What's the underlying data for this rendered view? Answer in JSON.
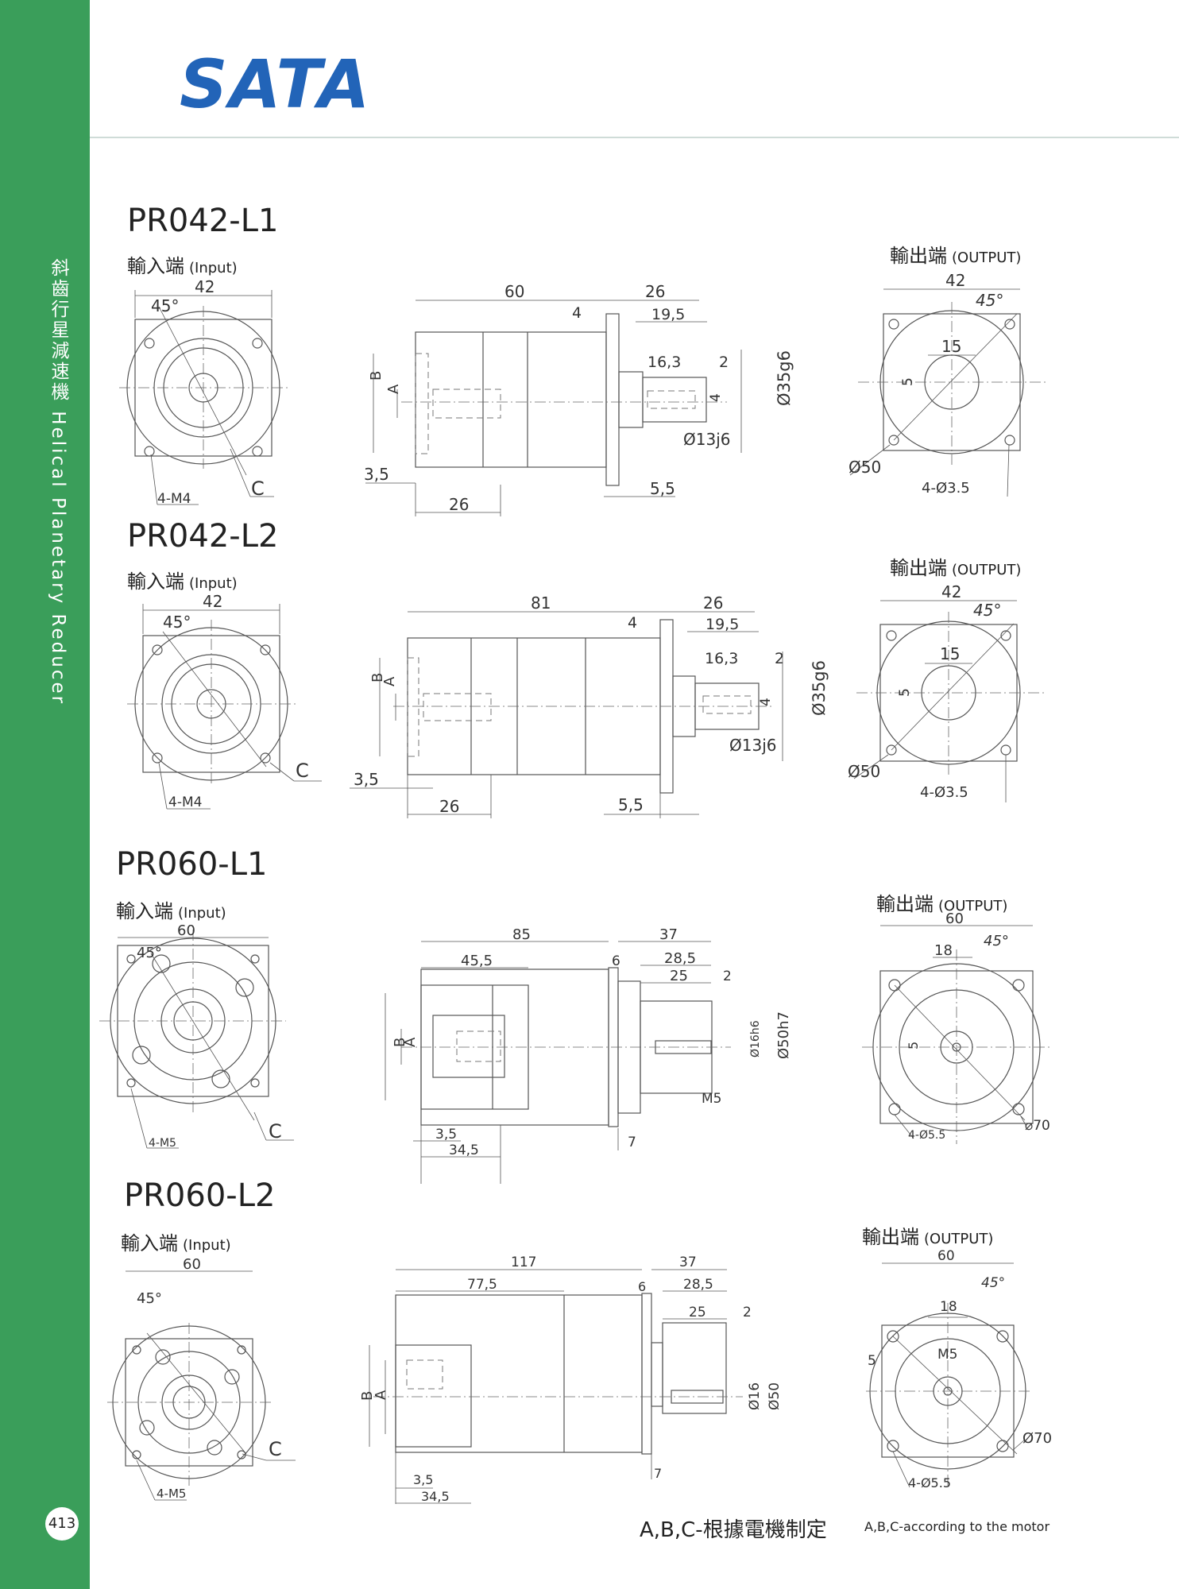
{
  "brand": {
    "name": "SATA",
    "color": "#2264b8"
  },
  "sidebar": {
    "vertical_text": "斜齒行星減速機 Helical Planetary Reducer",
    "page_number": "413",
    "color": "#3a9e5a"
  },
  "sections": [
    {
      "model": "PR042-L1",
      "input_label": "輸入端",
      "input_sub": "(Input)",
      "output_label": "輸出端",
      "output_sub": "(OUTPUT)",
      "front": {
        "width": "42",
        "angle": "45°",
        "holes": "4-M4",
        "c": "C"
      },
      "side": {
        "total": "60",
        "flange": "4",
        "out_len": "26",
        "shaft_len": "19,5",
        "key_len": "16,3",
        "key_off": "2",
        "key_w": "4",
        "shaft_dia": "Ø13j6",
        "pilot": "Ø35g6",
        "b": "B",
        "a": "A",
        "in_off": "3,5",
        "in_depth": "26",
        "out_off": "5,5"
      },
      "output": {
        "width": "42",
        "angle": "45°",
        "key": "15",
        "key_h": "5",
        "pcd": "Ø50",
        "holes": "4-Ø3.5"
      }
    },
    {
      "model": "PR042-L2",
      "input_label": "輸入端",
      "input_sub": "(Input)",
      "output_label": "輸出端",
      "output_sub": "(OUTPUT)",
      "front": {
        "width": "42",
        "angle": "45°",
        "holes": "4-M4",
        "c": "C"
      },
      "side": {
        "total": "81",
        "flange": "4",
        "out_len": "26",
        "shaft_len": "19,5",
        "key_len": "16,3",
        "key_off": "2",
        "key_w": "4",
        "shaft_dia": "Ø13j6",
        "pilot": "Ø35g6",
        "b": "B",
        "a": "A",
        "in_off": "3,5",
        "in_depth": "26",
        "out_off": "5,5"
      },
      "output": {
        "width": "42",
        "angle": "45°",
        "key": "15",
        "key_h": "5",
        "pcd": "Ø50",
        "holes": "4-Ø3.5"
      }
    },
    {
      "model": "PR060-L1",
      "input_label": "輸入端",
      "input_sub": "(Input)",
      "output_label": "輸出端",
      "output_sub": "(OUTPUT)",
      "front": {
        "width": "60",
        "angle": "45°",
        "holes": "4-M5",
        "c": "C"
      },
      "side": {
        "total": "85",
        "body": "45,5",
        "flange": "6",
        "out_len": "37",
        "shaft_len": "28,5",
        "key_len": "25",
        "key_off": "2",
        "shaft_dia": "Ø16h6",
        "pilot": "Ø50h7",
        "thread": "M5",
        "b": "B",
        "a": "A",
        "in_off": "3,5",
        "in_depth": "34,5",
        "flange_t": "7"
      },
      "output": {
        "width": "60",
        "angle": "45°",
        "key": "18",
        "key_h": "5",
        "pcd": "⌀70",
        "holes": "4-Ø5.5"
      }
    },
    {
      "model": "PR060-L2",
      "input_label": "輸入端",
      "input_sub": "(Input)",
      "output_label": "輸出端",
      "output_sub": "(OUTPUT)",
      "front": {
        "width": "60",
        "angle": "45°",
        "holes": "4-M5",
        "c": "C"
      },
      "side": {
        "total": "117",
        "body": "77,5",
        "flange": "6",
        "out_len": "37",
        "shaft_len": "28,5",
        "key_len": "25",
        "key_off": "2",
        "shaft_dia": "Ø16",
        "pilot": "Ø50",
        "b": "B",
        "a": "A",
        "in_off": "3,5",
        "in_depth": "34,5",
        "flange_t": "7"
      },
      "output": {
        "width": "60",
        "angle": "45°",
        "key": "18",
        "key_h": "5",
        "thread": "M5",
        "pcd": "Ø70",
        "holes": "4-Ø5.5"
      }
    }
  ],
  "footer": {
    "note_cn": "A,B,C-根據電機制定",
    "note_en": "A,B,C-according to the motor"
  }
}
